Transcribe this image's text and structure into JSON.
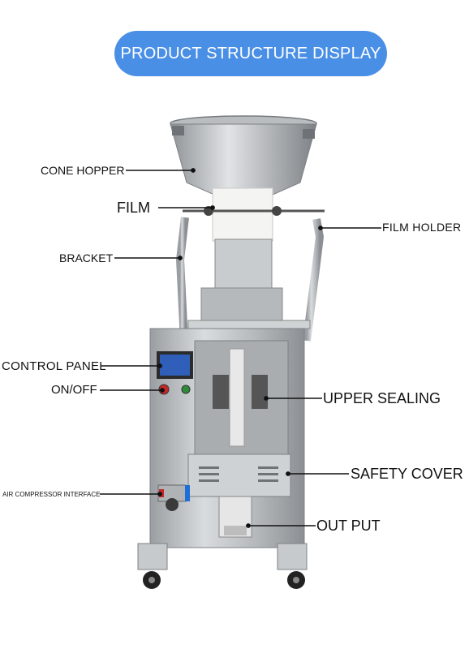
{
  "header": {
    "title": "PRODUCT STRUCTURE DISPLAY"
  },
  "labels": {
    "cone_hopper": "CONE HOPPER",
    "film": "FILM",
    "bracket": "BRACKET",
    "control_panel": "CONTROL  PANEL",
    "on_off": "ON/OFF",
    "air_compressor_interface": "AIR COMPRESSOR INTERFACE",
    "film_holder": "FILM  HOLDER",
    "upper_sealing": "UPPER SEALING",
    "safety_cover": "SAFETY COVER",
    "output": "OUT PUT"
  },
  "colors": {
    "banner": "#4a8fe6",
    "steel": "#bfc3c6",
    "steel_dark": "#8e9397",
    "screen": "#2f5fb8",
    "on_button": "#c62828",
    "off_button": "#2e8b3a"
  }
}
